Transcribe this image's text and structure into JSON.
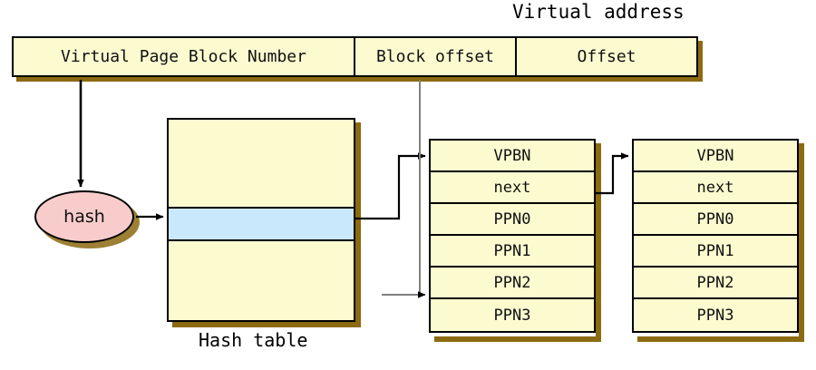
{
  "diagram": {
    "title": "Virtual address",
    "virtual_address_fields": [
      {
        "label": "Virtual Page Block Number"
      },
      {
        "label": "Block offset"
      },
      {
        "label": "Offset"
      }
    ],
    "hash_node": {
      "label": "hash"
    },
    "hash_table": {
      "caption": "Hash table",
      "highlighted_bucket": true,
      "fill_color": "#fcfbd0",
      "highlight_color": "#c9e8fb"
    },
    "entry_tables": [
      {
        "name": "entry-table-1",
        "rows": [
          {
            "label": "VPBN"
          },
          {
            "label": "next"
          },
          {
            "label": "PPN0"
          },
          {
            "label": "PPN1"
          },
          {
            "label": "PPN2"
          },
          {
            "label": "PPN3"
          }
        ]
      },
      {
        "name": "entry-table-2",
        "rows": [
          {
            "label": "VPBN"
          },
          {
            "label": "next"
          },
          {
            "label": "PPN0"
          },
          {
            "label": "PPN1"
          },
          {
            "label": "PPN2"
          },
          {
            "label": "PPN3"
          }
        ]
      }
    ],
    "colors": {
      "box_fill": "#fcfbd0",
      "box_border": "#000000",
      "shadow": "#8c6a10",
      "highlight": "#c9e8fb",
      "hash_fill": "#f9cccc",
      "wire": "#000000",
      "wire_thin": "#808080"
    },
    "connections": [
      {
        "from": "virtual-page-block-number-field",
        "to": "hash-node"
      },
      {
        "from": "hash-node",
        "to": "hash-table-bucket"
      },
      {
        "from": "hash-table-bucket",
        "to": "entry-table-1-vpbn"
      },
      {
        "from": "block-offset-field",
        "to": "entry-table-1-ppn2"
      },
      {
        "from": "entry-table-1-next",
        "to": "entry-table-2-vpbn"
      }
    ]
  }
}
